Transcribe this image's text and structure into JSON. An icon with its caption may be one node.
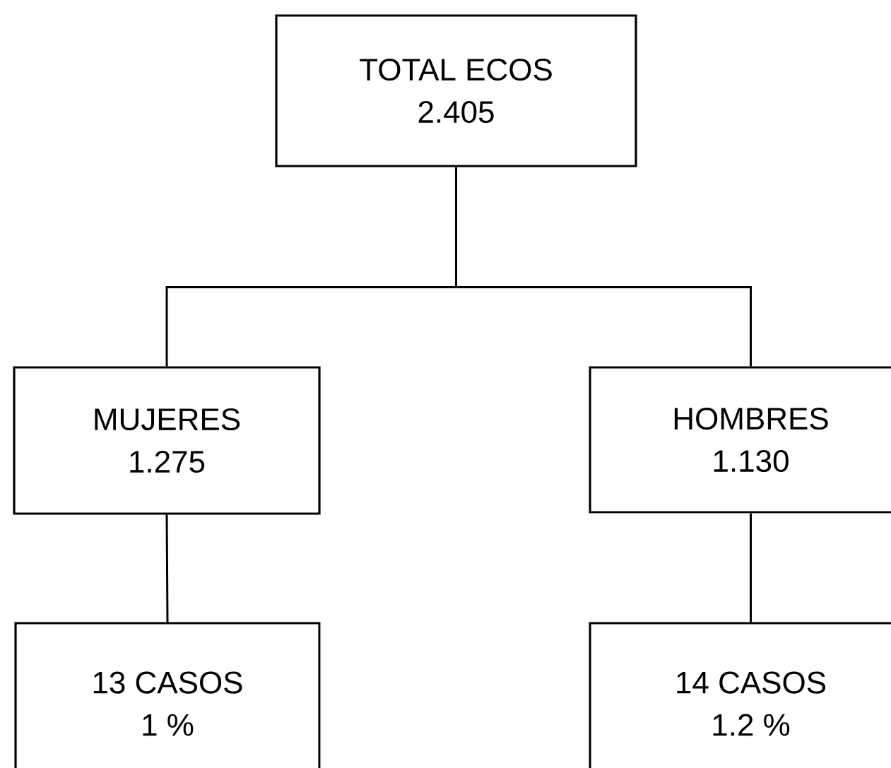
{
  "diagram": {
    "nodes": [
      {
        "text": [
          "TOTAL ECOS",
          "2.405"
        ]
      },
      {
        "text": [
          "MUJERES",
          "1.275"
        ]
      },
      {
        "text": [
          "HOMBRES",
          "1.130"
        ]
      },
      {
        "text": [
          "13 CASOS",
          "1 %"
        ]
      },
      {
        "text": [
          "14 CASOS",
          "1.2 %"
        ]
      }
    ],
    "edges": [
      {
        "from": 0,
        "to": 1,
        "arrow": "none"
      },
      {
        "from": 0,
        "to": 2,
        "arrow": "none"
      },
      {
        "from": 1,
        "to": 3,
        "arrow": "none"
      },
      {
        "from": 2,
        "to": 4,
        "arrow": "none"
      }
    ]
  }
}
